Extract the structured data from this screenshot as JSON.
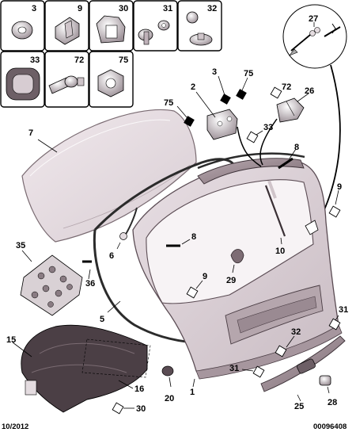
{
  "legend": {
    "row1": [
      "3",
      "9",
      "30",
      "31",
      "32"
    ],
    "row2": [
      "33",
      "72",
      "75"
    ]
  },
  "callouts": {
    "c27": "27",
    "c2": "2",
    "c3": "3",
    "c75a": "75",
    "c75b": "75",
    "c72": "72",
    "c26": "26",
    "c7": "7",
    "c33": "33",
    "c8a": "8",
    "c9a": "9",
    "c8b": "8",
    "c35": "35",
    "c6": "6",
    "c10": "10",
    "c36": "36",
    "c29": "29",
    "c9b": "9",
    "c5": "5",
    "c31a": "31",
    "c15": "15",
    "c32": "32",
    "c31b": "31",
    "c16": "16",
    "c20": "20",
    "c1": "1",
    "c28": "28",
    "c30": "30",
    "c25": "25"
  },
  "footer": {
    "date": "10/2012",
    "code": "00096408"
  }
}
